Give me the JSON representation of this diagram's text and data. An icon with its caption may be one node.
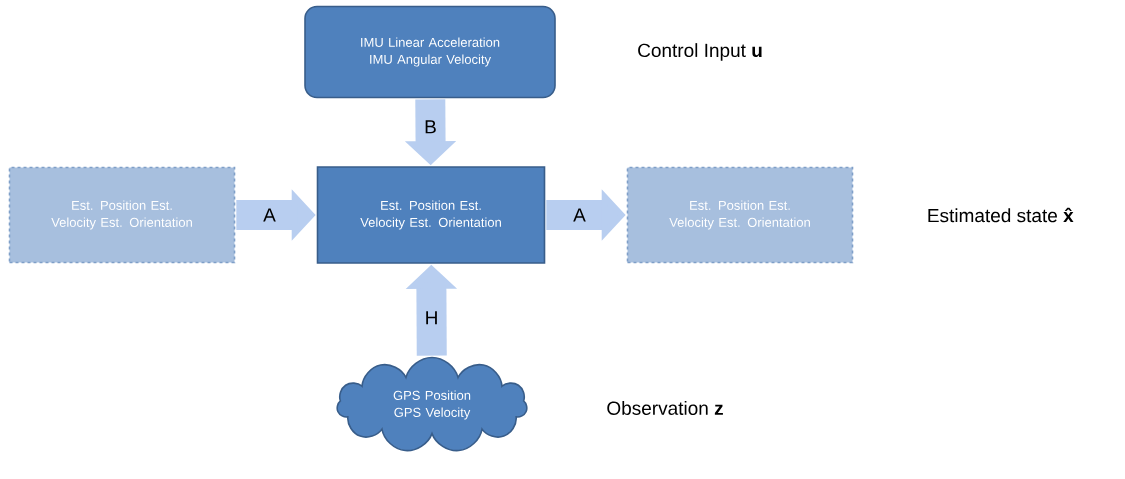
{
  "diagram": {
    "nodes": [
      {
        "text": [
          "IMU Linear Acceleration IMU Angular Velocity"
        ]
      },
      {
        "text": [
          "Est. Position Est. Velocity Est. Orientation"
        ]
      },
      {
        "text": [
          "Est. Position Est. Velocity Est. Orientation"
        ]
      },
      {
        "text": [
          "Est. Position Est. Velocity Est. Orientation"
        ]
      },
      {
        "text": [
          "GPS Position GPS Velocity"
        ]
      }
    ],
    "edges": [
      {
        "from": 0,
        "to": 2,
        "arrow": "to",
        "label": "B"
      },
      {
        "from": 1,
        "to": 2,
        "arrow": "to",
        "label": "A"
      },
      {
        "from": 2,
        "to": 3,
        "arrow": "to",
        "label": "A"
      },
      {
        "from": 4,
        "to": 2,
        "arrow": "to",
        "label": "H"
      }
    ],
    "labels": [
      "Control Input **u**",
      "Estimated state **x̂**",
      "Observation **z**"
    ]
  }
}
